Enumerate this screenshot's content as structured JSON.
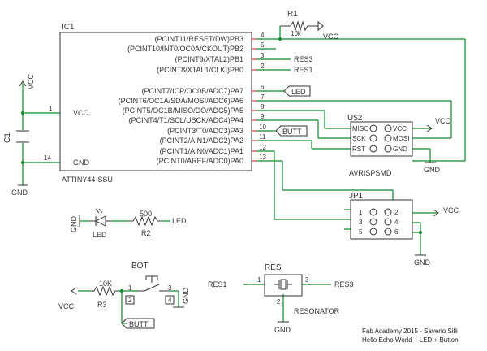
{
  "colors": {
    "wire": "#0a8a2a",
    "outline": "#333333",
    "pin": "#c01818",
    "text": "#333333"
  },
  "ic1": {
    "ref": "IC1",
    "part": "ATTINY44-SSU",
    "left_pins": [
      {
        "num": "1",
        "name": "VCC"
      },
      {
        "num": "14",
        "name": "GND"
      }
    ],
    "right_pins": [
      {
        "num": "4",
        "name": "(PCINT11/RESET/DW)PB3"
      },
      {
        "num": "5",
        "name": "(PCINT10/INT0/OC0A/CKOUT)PB2"
      },
      {
        "num": "3",
        "name": "(PCINT9/XTAL2)PB1"
      },
      {
        "num": "2",
        "name": "(PCINT8/XTAL1/CLKI)PB0"
      },
      {
        "num": "6",
        "name": "(PCINT7/ICP/OC0B/ADC7)PA7"
      },
      {
        "num": "7",
        "name": "(PCINT6/OC1A/SDA/MOSI/ADC6)PA6"
      },
      {
        "num": "8",
        "name": "(PCINT5/OC1B/MISO/DO/ADC5)PA5"
      },
      {
        "num": "9",
        "name": "(PCINT4/T1/SCL/USCK/ADC4)PA4"
      },
      {
        "num": "10",
        "name": "(PCINT3/T0/ADC3)PA3"
      },
      {
        "num": "11",
        "name": "(PCINT2/AIN1/ADC2)PA2"
      },
      {
        "num": "12",
        "name": "(PCINT1/AIN0/ADC1)PA1"
      },
      {
        "num": "13",
        "name": "(PCINT0/AREF/ADC0)PA0"
      }
    ]
  },
  "nets": {
    "vcc": "VCC",
    "gnd": "GND",
    "res1": "RES1",
    "res3": "RES3",
    "led": "LED",
    "butt": "BUTT"
  },
  "r1": {
    "ref": "R1",
    "value": "10k"
  },
  "c1": {
    "ref": "C1"
  },
  "us2": {
    "ref": "U$2",
    "part": "AVRISPSMD",
    "pins": [
      "MISO",
      "VCC",
      "SCK",
      "MOSI",
      "RST",
      "GND"
    ]
  },
  "jp1": {
    "ref": "JP1",
    "pins": [
      "1",
      "2",
      "3",
      "4",
      "5",
      "6"
    ]
  },
  "led1": {
    "ref": "LED"
  },
  "r2": {
    "ref": "R2",
    "value": "500"
  },
  "r3": {
    "ref": "R3",
    "value": "10K"
  },
  "bot": {
    "ref": "BOT",
    "pins": [
      "1",
      "2",
      "3",
      "4"
    ]
  },
  "res": {
    "ref": "RES",
    "part": "RESONATOR",
    "pins": [
      "1",
      "2",
      "3"
    ]
  },
  "footer": {
    "line1": "Fab Academy 2015 - Saverio Silli",
    "line2": "Hello Echo World + LED + Button"
  }
}
